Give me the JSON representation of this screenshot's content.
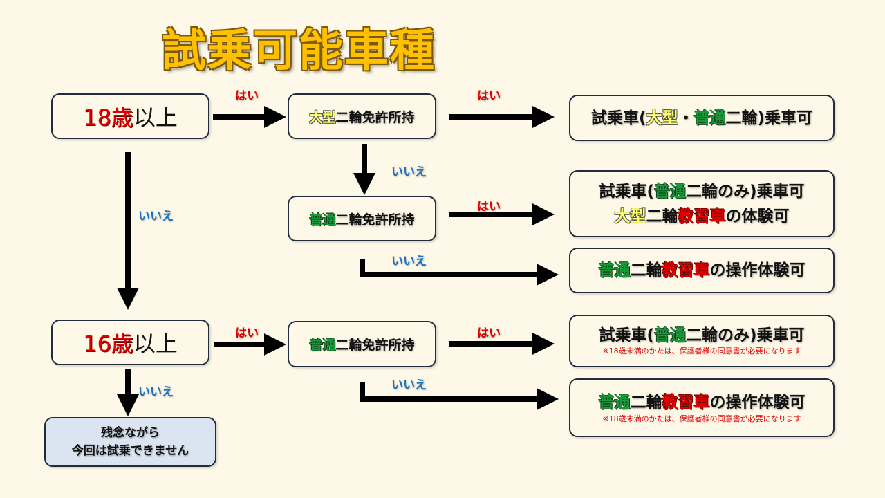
{
  "title": "試乗可能車種",
  "colors": {
    "background": "#fdf8e8",
    "title": "#ffc000",
    "yes": "#e00000",
    "no": "#1a73c0",
    "green": "#1a9a3a",
    "yellow": "#ffff66",
    "red": "#e00000",
    "box_border": "#1f2d3d",
    "fail_box": "#dbe4f1"
  },
  "labels": {
    "yes": "はい",
    "no": "いいえ"
  },
  "age18": {
    "num": "18歳",
    "rest": "以上"
  },
  "age16": {
    "num": "16歳",
    "rest": "以上"
  },
  "q_large": {
    "a": "大型",
    "b": "二輪免許所持"
  },
  "q_normal1": {
    "a": "普通",
    "b": "二輪免許所持"
  },
  "q_normal2": {
    "a": "普通",
    "b": "二輪免許所持"
  },
  "result1": {
    "p1": "試乗車(",
    "p2": "大型",
    "p3": "・",
    "p4": "普通",
    "p5": "二輪)乗車可"
  },
  "result2": {
    "line1": {
      "p1": "試乗車(",
      "p2": "普通",
      "p3": "二輪のみ)乗車可"
    },
    "line2": {
      "p1": "大型",
      "p2": "二輪",
      "p3": "教習車",
      "p4": "の体験可"
    }
  },
  "result3": {
    "p1": "普通",
    "p2": "二輪",
    "p3": "教習車",
    "p4": "の操作体験可"
  },
  "result4": {
    "p1": "試乗車(",
    "p2": "普通",
    "p3": "二輪のみ)乗車可",
    "note": "※18歳未満のかたは、保護者様の同意書が必要になります"
  },
  "result5": {
    "p1": "普通",
    "p2": "二輪",
    "p3": "教習車",
    "p4": "の操作体験可",
    "note": "※18歳未満のかたは、保護者様の同意書が必要になります"
  },
  "fail": {
    "line1": "残念ながら",
    "line2": "今回は試乗できません"
  }
}
